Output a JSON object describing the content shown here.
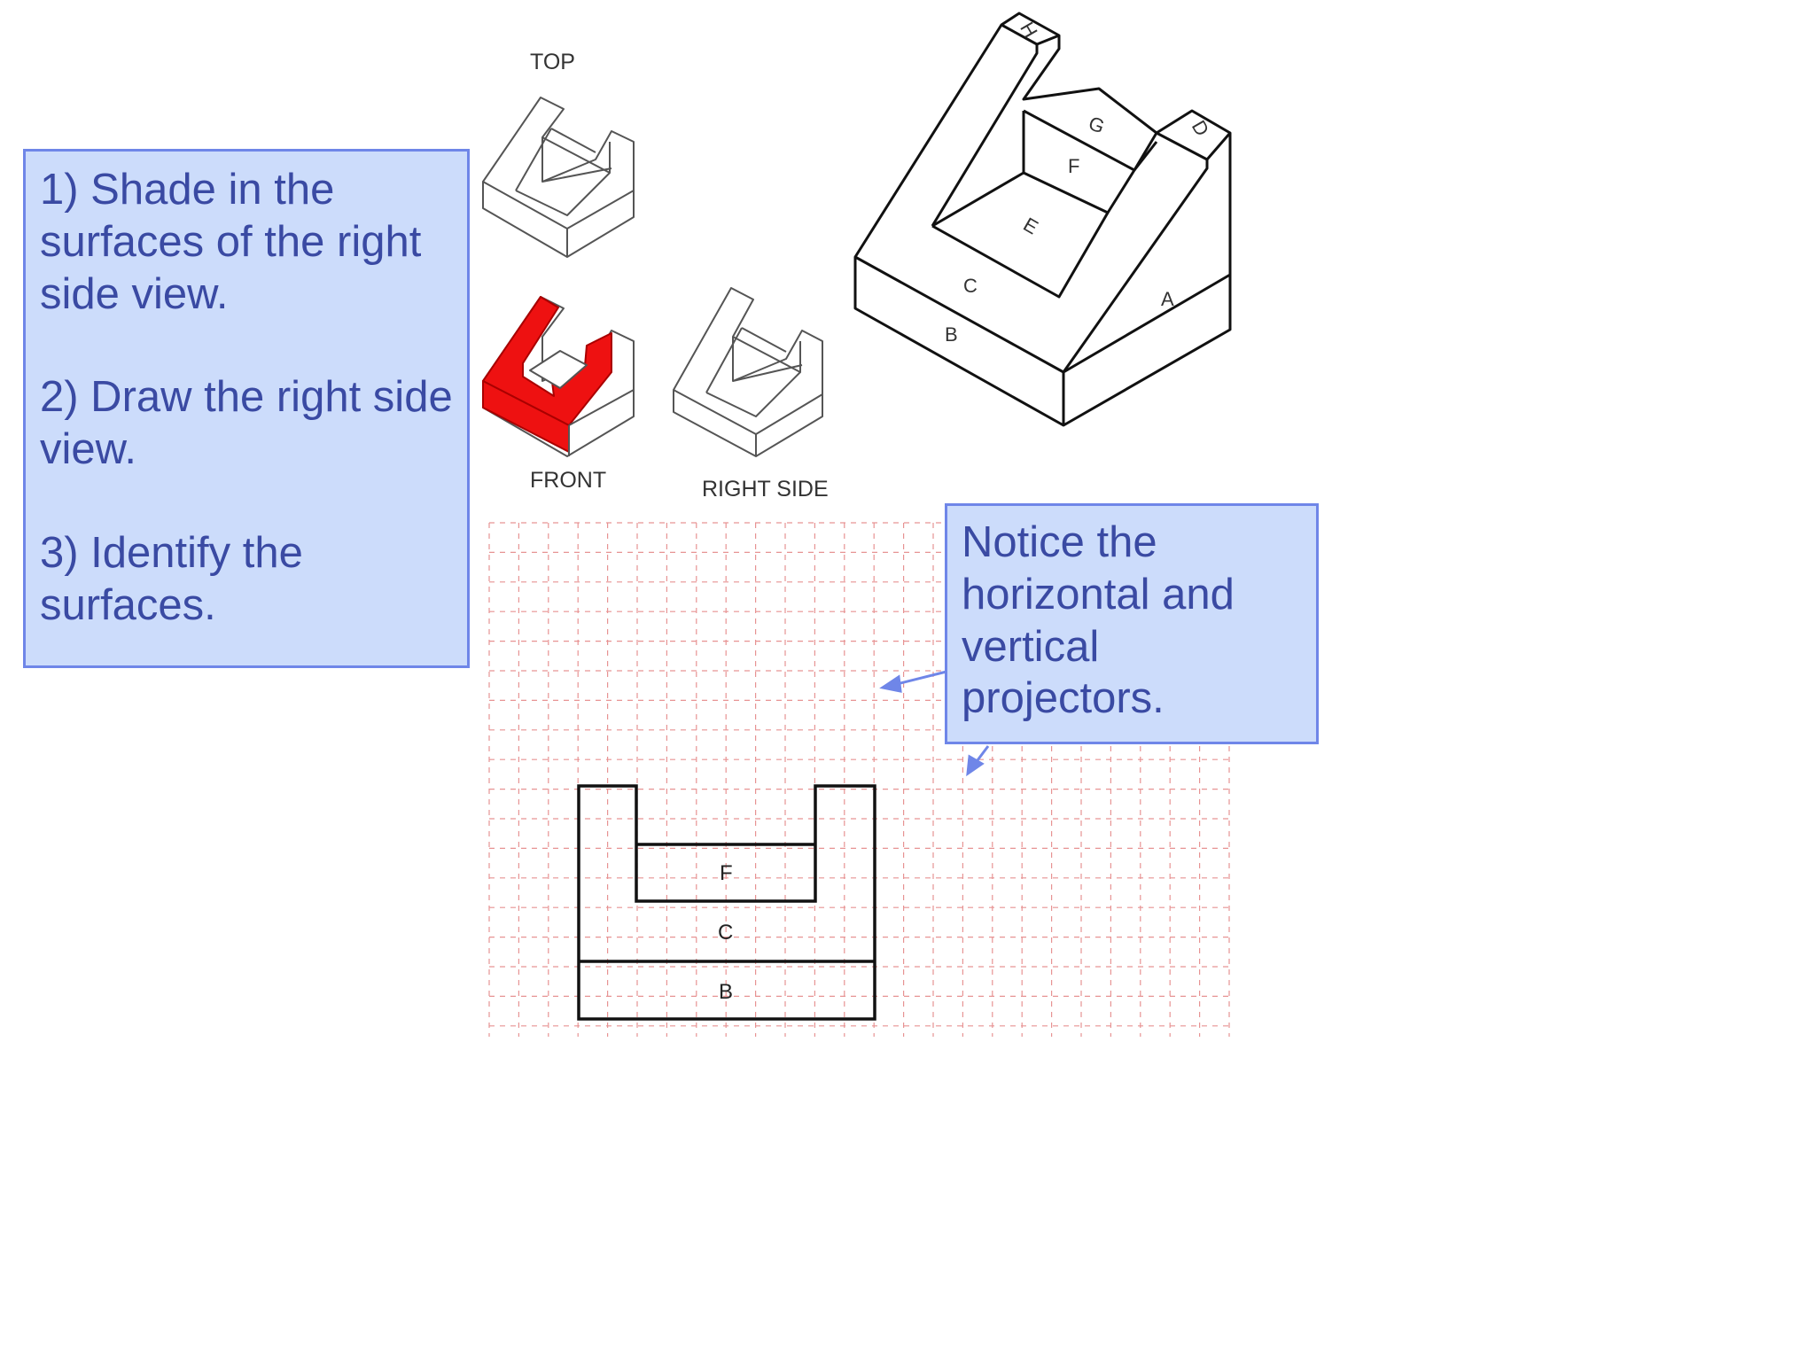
{
  "instructions": {
    "step1": "1)  Shade in the surfaces of the right side view.",
    "step2": "2)  Draw the right side view.",
    "step3": "3)  Identify the surfaces."
  },
  "note": {
    "text": "Notice the horizontal and vertical projectors."
  },
  "view_labels": {
    "top": "TOP",
    "front": "FRONT",
    "right_side": "RIGHT SIDE"
  },
  "surface_labels": {
    "a": "A",
    "b": "B",
    "c": "C",
    "d": "D",
    "e": "E",
    "f": "F",
    "g": "G",
    "h": "H"
  },
  "drawing_labels": {
    "f": "F",
    "c": "C",
    "b": "B"
  },
  "colors": {
    "callout_fill": "#ccdcfb",
    "callout_border": "#6f86e8",
    "callout_text": "#3a4aa3",
    "highlight": "#ee1111",
    "grid": "#e07070",
    "arrow": "#6f86e8"
  }
}
